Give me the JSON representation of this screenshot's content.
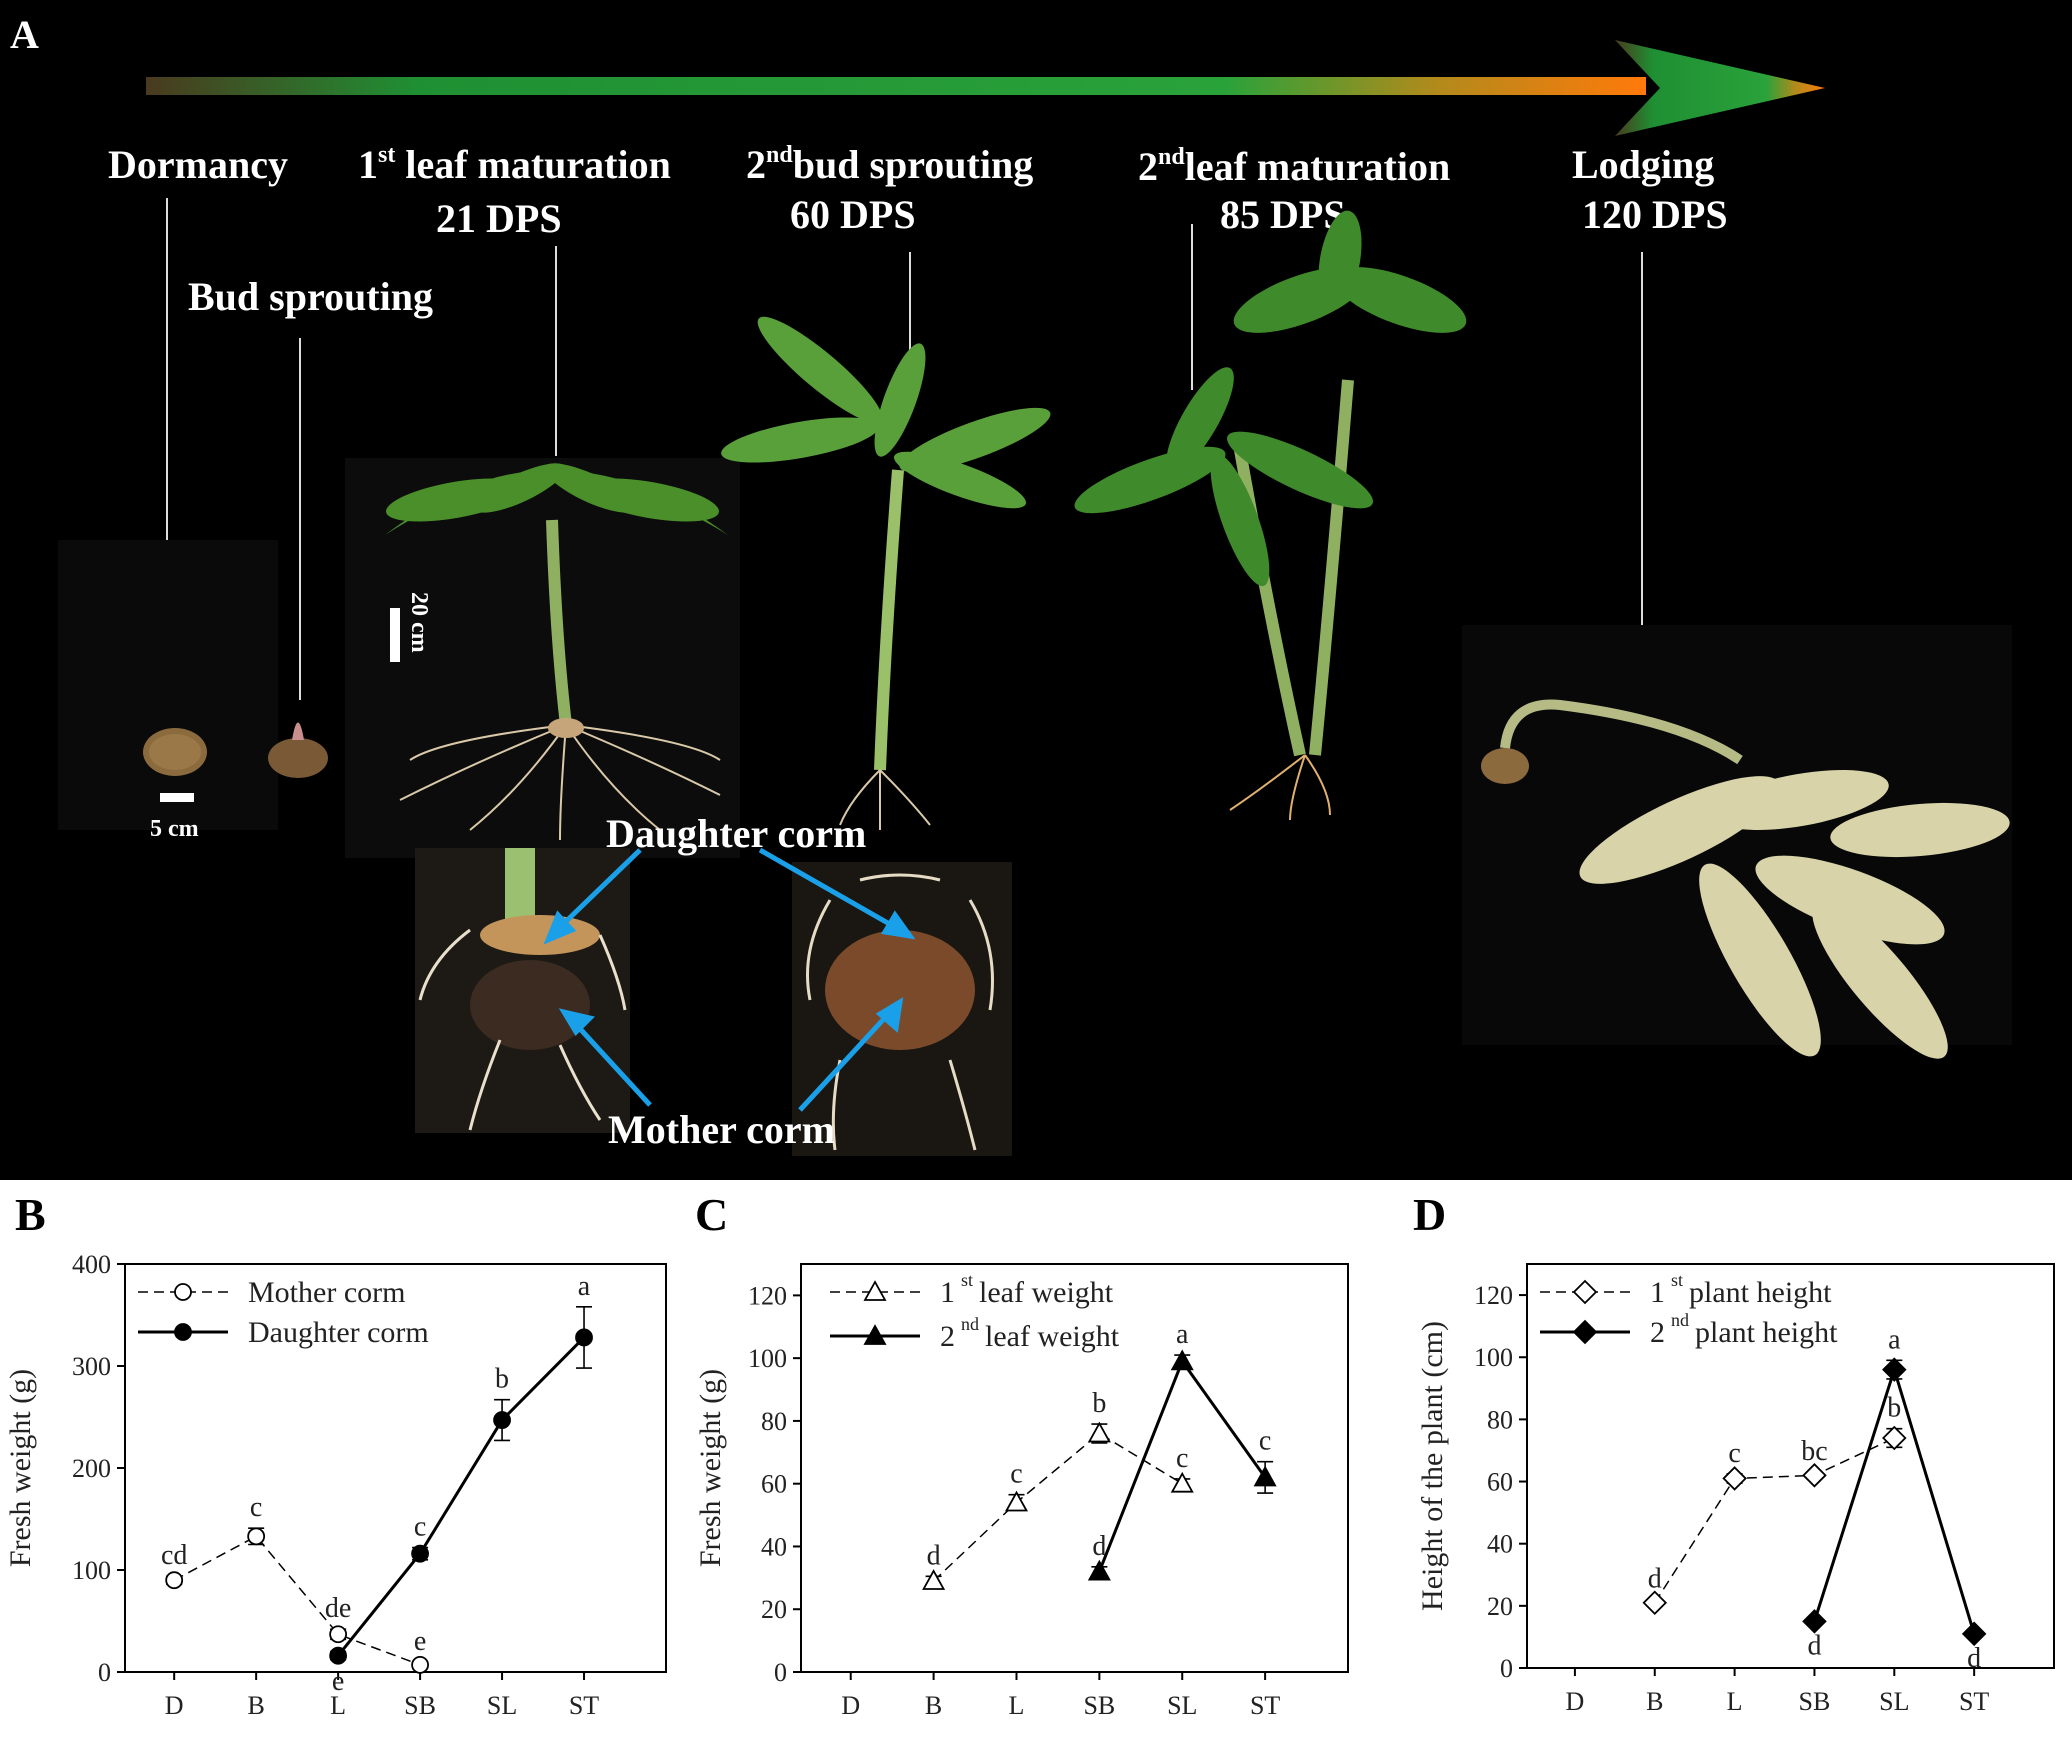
{
  "panel_a": {
    "letter": "A",
    "stages": [
      {
        "name": "Dormancy",
        "sup": "",
        "name_rest": "",
        "dps": ""
      },
      {
        "name": "Bud sprouting",
        "sup": "",
        "name_rest": "",
        "dps": ""
      },
      {
        "name": "1",
        "sup": "st",
        "name_rest": " leaf maturation",
        "dps": "21 DPS"
      },
      {
        "name": "2",
        "sup": "nd",
        "name_rest": "bud sprouting",
        "dps": "60 DPS"
      },
      {
        "name": "2",
        "sup": "nd",
        "name_rest": "leaf maturation",
        "dps": "85 DPS"
      },
      {
        "name": "Lodging",
        "sup": "",
        "name_rest": "",
        "dps": "120 DPS"
      }
    ],
    "scale_bars": {
      "small": "5 cm",
      "large": "20 cm"
    },
    "callouts": {
      "daughter": "Daughter corm",
      "mother": "Mother corm"
    },
    "colors": {
      "arrow_start": "#4a3a1e",
      "arrow_mid": "#1fa236",
      "arrow_end": "#ff7a0a",
      "callout_arrow": "#1aa0e8",
      "leaf": "#4a8f2a",
      "stem": "#8fb060",
      "root": "#d9c9a8",
      "corm": "#7a5030",
      "senescent": "#d8d3a8"
    }
  },
  "chart_data": [
    {
      "panel": "B",
      "type": "line",
      "categories": [
        "D",
        "B",
        "L",
        "SB",
        "SL",
        "ST"
      ],
      "ylabel": "Fresh weight (g)",
      "ylim": [
        0,
        400
      ],
      "yticks": [
        0,
        100,
        200,
        300,
        400
      ],
      "series": [
        {
          "name_main": "Mother corm",
          "name_sup": "",
          "name_tail": "",
          "marker": "open-circle",
          "line": "dashed",
          "points": [
            {
              "cat": "D",
              "value": 90,
              "err": 4,
              "letter": "cd"
            },
            {
              "cat": "B",
              "value": 133,
              "err": 8,
              "letter": "c"
            },
            {
              "cat": "L",
              "value": 37,
              "err": 5,
              "letter": "de"
            },
            {
              "cat": "SB",
              "value": 7,
              "err": 3,
              "letter": "e"
            }
          ]
        },
        {
          "name_main": "Daughter corm",
          "name_sup": "",
          "name_tail": "",
          "marker": "filled-circle",
          "line": "solid",
          "points": [
            {
              "cat": "L",
              "value": 16,
              "err": 4,
              "letter": "e"
            },
            {
              "cat": "SB",
              "value": 116,
              "err": 6,
              "letter": "c"
            },
            {
              "cat": "SL",
              "value": 247,
              "err": 20,
              "letter": "b"
            },
            {
              "cat": "ST",
              "value": 328,
              "err": 30,
              "letter": "a"
            }
          ]
        }
      ]
    },
    {
      "panel": "C",
      "type": "line",
      "categories": [
        "D",
        "B",
        "L",
        "SB",
        "SL",
        "ST"
      ],
      "ylabel": "Fresh weight (g)",
      "ylim": [
        0,
        130
      ],
      "yticks": [
        0,
        20,
        40,
        60,
        80,
        100,
        120
      ],
      "series": [
        {
          "name_main": "1",
          "name_sup": "st",
          "name_tail": "leaf weight",
          "marker": "open-triangle",
          "line": "dashed",
          "points": [
            {
              "cat": "B",
              "value": 29,
              "err": 1.5,
              "letter": "d"
            },
            {
              "cat": "L",
              "value": 54,
              "err": 2.5,
              "letter": "c"
            },
            {
              "cat": "SB",
              "value": 76,
              "err": 3,
              "letter": "b"
            },
            {
              "cat": "SL",
              "value": 60,
              "err": 1.5,
              "letter": "c"
            }
          ]
        },
        {
          "name_main": "2",
          "name_sup": "nd",
          "name_tail": "leaf weight",
          "marker": "filled-triangle",
          "line": "solid",
          "points": [
            {
              "cat": "SB",
              "value": 32,
              "err": 1.5,
              "letter": "d"
            },
            {
              "cat": "SL",
              "value": 99,
              "err": 2,
              "letter": "a"
            },
            {
              "cat": "ST",
              "value": 62,
              "err": 5,
              "letter": "c"
            }
          ]
        }
      ]
    },
    {
      "panel": "D",
      "type": "line",
      "categories": [
        "D",
        "B",
        "L",
        "SB",
        "SL",
        "ST"
      ],
      "ylabel": "Height of the plant (cm)",
      "ylim": [
        0,
        130
      ],
      "yticks": [
        0,
        20,
        40,
        60,
        80,
        100,
        120
      ],
      "series": [
        {
          "name_main": "1",
          "name_sup": "st",
          "name_tail": "plant height",
          "marker": "open-diamond",
          "line": "dashed",
          "points": [
            {
              "cat": "B",
              "value": 21,
              "err": 1,
              "letter": "d"
            },
            {
              "cat": "L",
              "value": 61,
              "err": 1.5,
              "letter": "c"
            },
            {
              "cat": "SB",
              "value": 62,
              "err": 1,
              "letter": "bc"
            },
            {
              "cat": "SL",
              "value": 74,
              "err": 3,
              "letter": "b"
            }
          ]
        },
        {
          "name_main": "2",
          "name_sup": "nd",
          "name_tail": "plant height",
          "marker": "filled-diamond",
          "line": "solid",
          "points": [
            {
              "cat": "SB",
              "value": 15,
              "err": 1,
              "letter": "d"
            },
            {
              "cat": "SL",
              "value": 96,
              "err": 3,
              "letter": "a"
            },
            {
              "cat": "ST",
              "value": 11,
              "err": 1,
              "letter": "d"
            }
          ]
        }
      ]
    }
  ]
}
